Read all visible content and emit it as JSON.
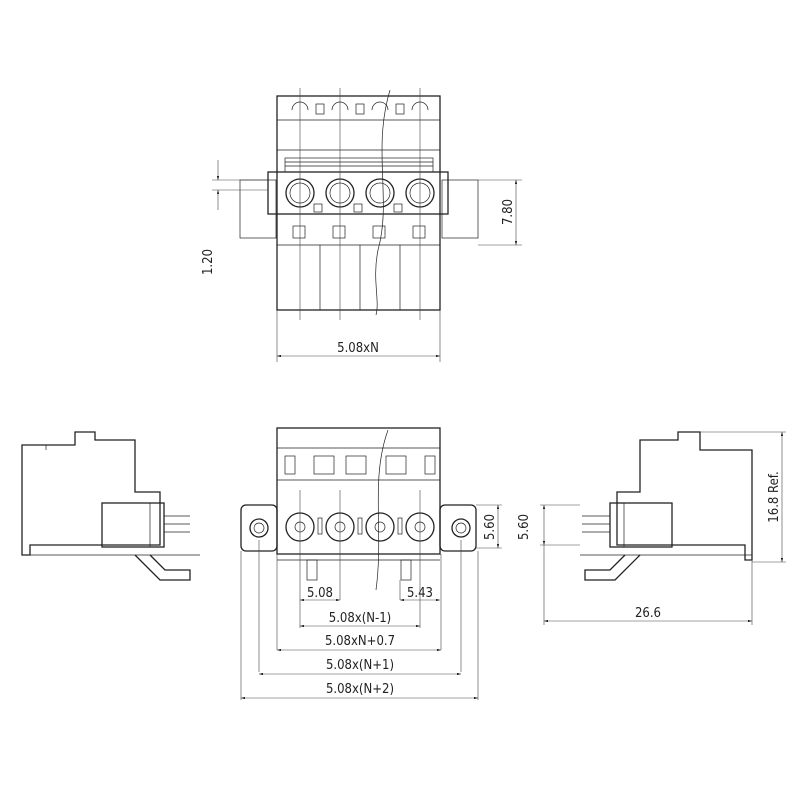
{
  "title": "Pluggable terminal block connector dimensional drawing",
  "top_view": {
    "width_label": "5.08xN",
    "height_label": "7.80",
    "offset_label": "1.20"
  },
  "front_view": {
    "pitch_label": "5.08",
    "end_label": "5.43",
    "span_n_minus_1": "5.08x(N-1)",
    "span_body": "5.08xN+0.7",
    "span_n_plus_1": "5.08x(N+1)",
    "span_n_plus_2": "5.08x(N+2)",
    "flange_height_label": "5.60"
  },
  "right_side_view": {
    "height_label": "5.60",
    "total_height_label": "16.8 Ref.",
    "depth_label": "26.6"
  },
  "pole_count_shown": 4
}
